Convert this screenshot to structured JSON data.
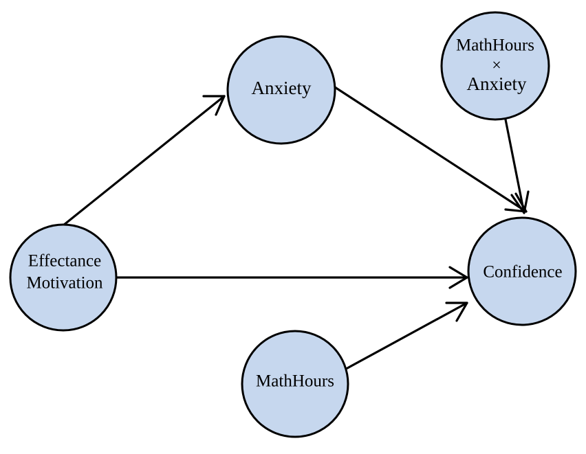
{
  "colors": {
    "node_fill": "#c6d7ee",
    "node_stroke": "#000000",
    "edge": "#000000"
  },
  "nodes": {
    "anxiety": {
      "label": "Anxiety"
    },
    "interaction": {
      "line1": "MathHours",
      "operator": "×",
      "line2": "Anxiety"
    },
    "effectance": {
      "line1": "Effectance",
      "line2": "Motivation"
    },
    "confidence": {
      "label": "Confidence"
    },
    "mathhours": {
      "label": "MathHours"
    }
  },
  "edges": [
    {
      "from": "Effectance Motivation",
      "to": "Anxiety"
    },
    {
      "from": "Anxiety",
      "to": "Confidence"
    },
    {
      "from": "MathHours × Anxiety",
      "to": "Confidence"
    },
    {
      "from": "Effectance Motivation",
      "to": "Confidence"
    },
    {
      "from": "MathHours",
      "to": "Confidence"
    }
  ]
}
